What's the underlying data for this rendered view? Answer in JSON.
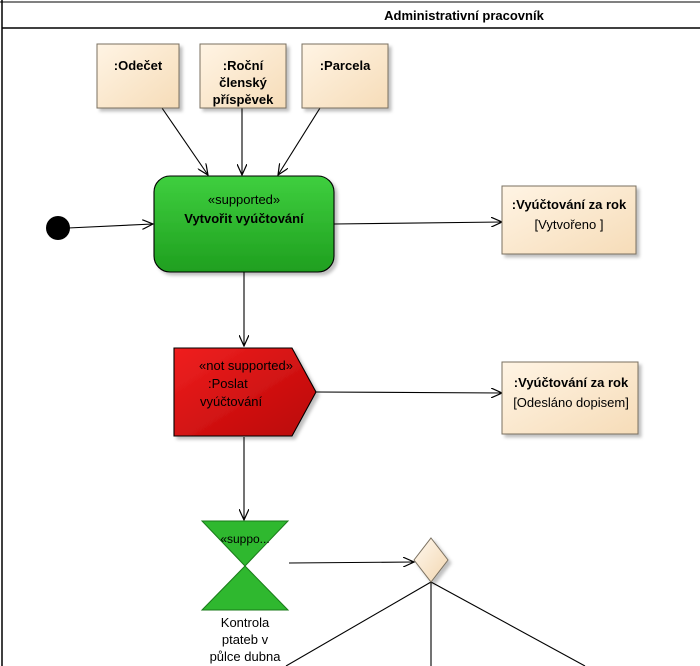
{
  "swimlane": {
    "title": "Administrativní pracovník"
  },
  "objects": {
    "odecet": {
      "lines": [
        ":Odečet"
      ]
    },
    "rocni": {
      "lines": [
        ":Roční",
        "členský",
        "příspěvek"
      ]
    },
    "parcela": {
      "lines": [
        ":Parcela"
      ]
    },
    "vyuct1": {
      "name": ":Vyúčtování za rok",
      "state": "[Vytvořeno ]"
    },
    "vyuct2": {
      "name": ":Vyúčtování za rok",
      "state": "[Odesláno dopisem]"
    }
  },
  "actions": {
    "vytvorit": {
      "stereotype": "«supported»",
      "name": "Vytvořit vyúčtování"
    },
    "poslat": {
      "stereotype": "«not supported»",
      "name_lines": [
        ":Poslat",
        "vyúčtování"
      ]
    }
  },
  "time_event": {
    "stereotype": "«suppo...",
    "label_lines": [
      "Kontrola",
      "ptateb v",
      "půlce dubna"
    ]
  },
  "colors": {
    "object_fill": "#fbe9d0",
    "supported_fill": "#2fb82f",
    "not_supported_fill": "#e01010",
    "line": "#000000"
  }
}
